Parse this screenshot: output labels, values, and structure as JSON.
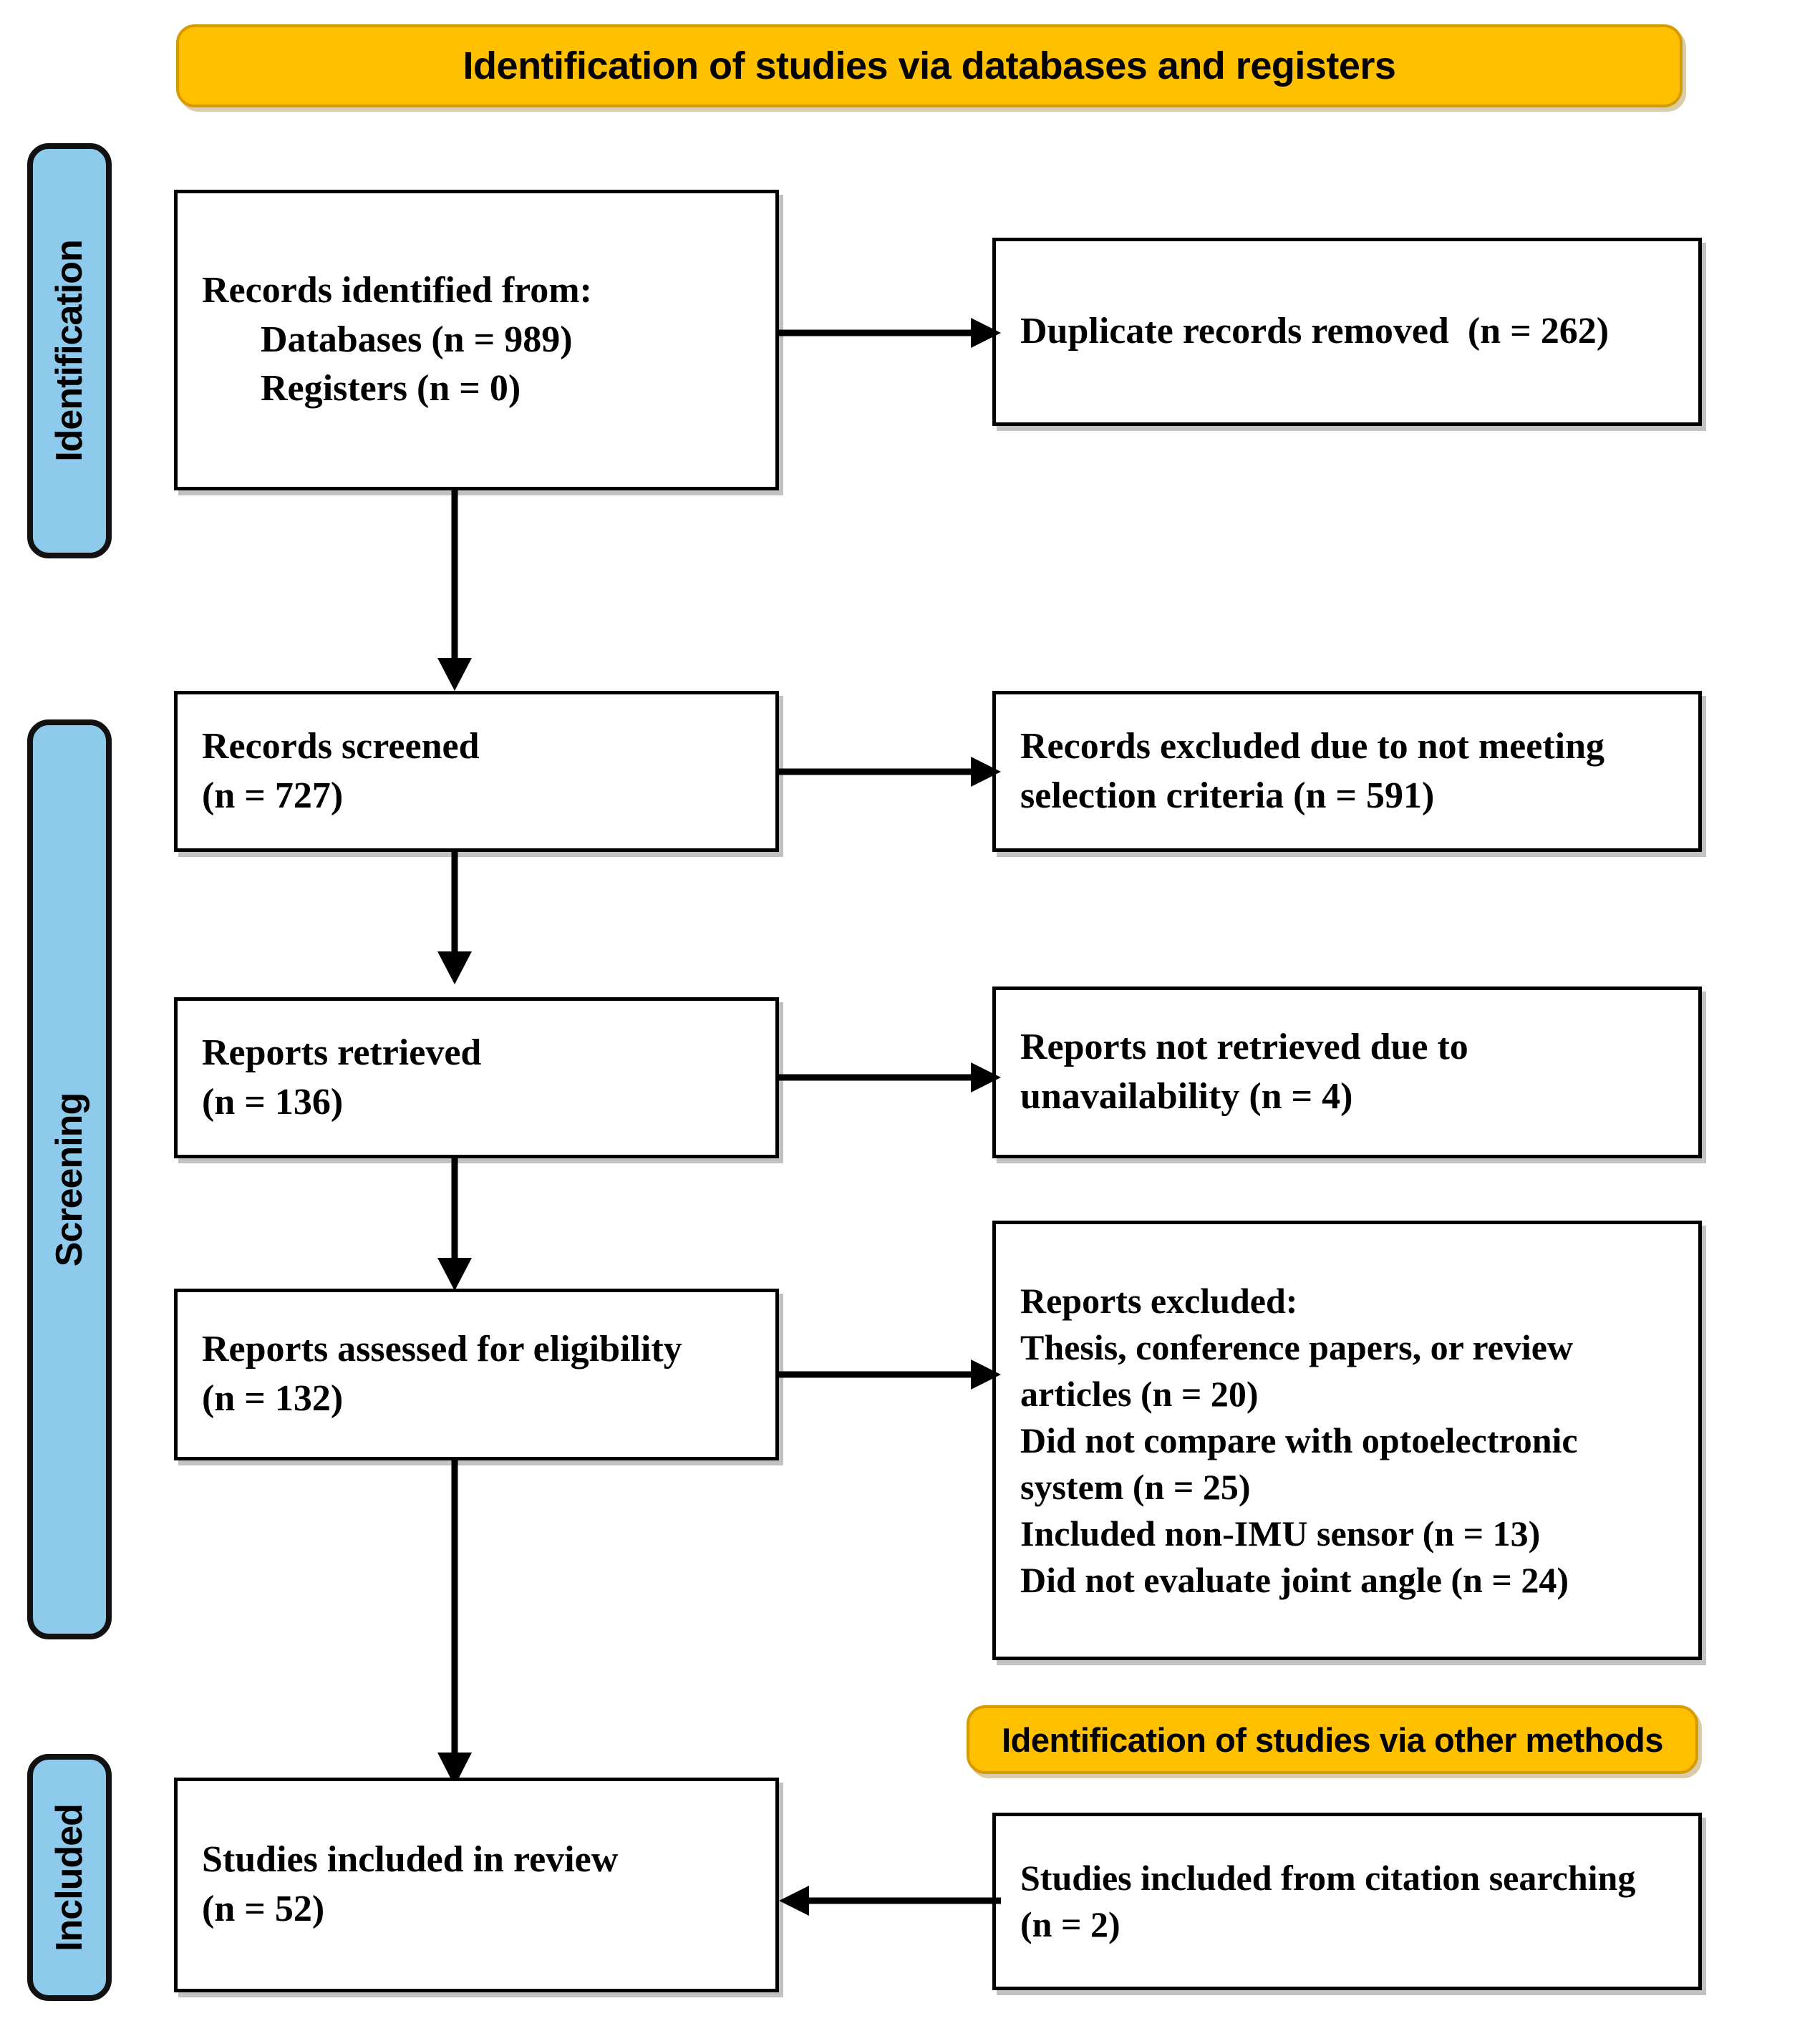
{
  "diagram": {
    "title": "PRISMA flow diagram",
    "colors": {
      "banner_fill": "#FFC000",
      "banner_border": "#D79B00",
      "stage_tab_fill": "#8ECAEC",
      "box_border": "#000000",
      "box_fill": "#FFFFFF"
    }
  },
  "banners": {
    "databases": "Identification of studies via databases and registers",
    "other_methods": "Identification of studies via other methods"
  },
  "stages": {
    "identification": "Identification",
    "screening": "Screening",
    "included": "Included"
  },
  "boxes": {
    "records_identified": {
      "lines": [
        "Records identified from:",
        "Databases (n = 989)",
        "Registers (n = 0)"
      ],
      "indent_from": 1
    },
    "duplicates_removed": {
      "lines": [
        "Duplicate records removed  (n = 262)"
      ]
    },
    "records_screened": {
      "lines": [
        "Records screened",
        "(n = 727)"
      ]
    },
    "records_excluded": {
      "lines": [
        "Records excluded due to not meeting",
        "selection criteria (n = 591)"
      ]
    },
    "reports_retrieved": {
      "lines": [
        "Reports retrieved",
        "(n = 136)"
      ]
    },
    "reports_not_retrieved": {
      "lines": [
        "Reports not retrieved due to",
        "unavailability (n = 4)"
      ]
    },
    "reports_assessed": {
      "lines": [
        "Reports assessed for eligibility",
        "(n = 132)"
      ]
    },
    "reports_excluded": {
      "lines": [
        "Reports excluded:",
        "Thesis, conference papers, or review",
        "articles (n = 20)",
        "Did not compare with optoelectronic",
        "system (n = 25)",
        "Included non-IMU sensor (n = 13)",
        "Did not evaluate joint angle (n = 24)"
      ]
    },
    "studies_included": {
      "lines": [
        "Studies included in review",
        "(n = 52)"
      ]
    },
    "studies_citation": {
      "lines": [
        "Studies included from citation searching",
        "(n = 2)"
      ]
    }
  },
  "counts": {
    "databases": 989,
    "registers": 0,
    "duplicates_removed": 262,
    "records_screened": 727,
    "records_excluded": 591,
    "reports_retrieved": 136,
    "reports_not_retrieved": 4,
    "reports_assessed": 132,
    "excluded_thesis_conf_review": 20,
    "excluded_no_optoelectronic": 25,
    "excluded_non_imu": 13,
    "excluded_no_joint_angle": 24,
    "studies_included": 52,
    "studies_from_citation": 2
  }
}
